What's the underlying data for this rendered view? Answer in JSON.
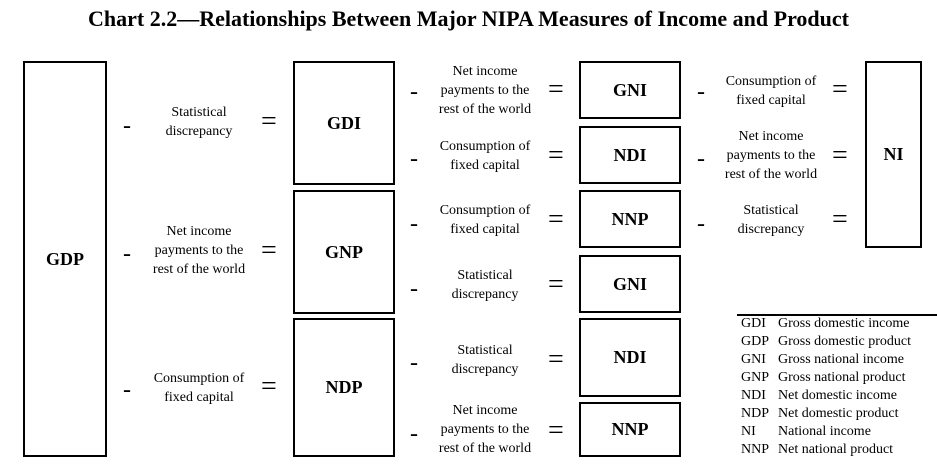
{
  "title": "Chart 2.2—Relationships Between Major NIPA Measures of Income and Product",
  "boxes": {
    "gdp": "GDP",
    "gdi": "GDI",
    "gnp": "GNP",
    "ndp": "NDP",
    "gni1": "GNI",
    "ndi1": "NDI",
    "nnp1": "NNP",
    "gni2": "GNI",
    "ndi2": "NDI",
    "nnp2": "NNP",
    "ni": "NI"
  },
  "labels": {
    "stat_disc_1": "Statistical\ndiscrepancy",
    "net_income_1": "Net income\npayments to the\nrest of the world",
    "cfc_1": "Consumption of\nfixed capital",
    "net_income_2": "Net income\npayments to the\nrest of the world",
    "cfc_2": "Consumption of\nfixed capital",
    "cfc_3": "Consumption of\nfixed capital",
    "stat_disc_2": "Statistical\ndiscrepancy",
    "stat_disc_3": "Statistical\ndiscrepancy",
    "net_income_3": "Net income\npayments to the\nrest of the world",
    "cfc_4": "Consumption of\nfixed capital",
    "net_income_4": "Net income\npayments to the\nrest of the world",
    "stat_disc_4": "Statistical\ndiscrepancy"
  },
  "operators": {
    "minus": "-",
    "equals": "="
  },
  "legend": [
    {
      "abbr": "GDI",
      "desc": "Gross domestic income"
    },
    {
      "abbr": "GDP",
      "desc": "Gross domestic product"
    },
    {
      "abbr": "GNI",
      "desc": "Gross national income"
    },
    {
      "abbr": "GNP",
      "desc": "Gross national product"
    },
    {
      "abbr": "NDI",
      "desc": "Net domestic income"
    },
    {
      "abbr": "NDP",
      "desc": "Net domestic product"
    },
    {
      "abbr": "NI",
      "desc": "National income"
    },
    {
      "abbr": "NNP",
      "desc": "Net national product"
    }
  ]
}
